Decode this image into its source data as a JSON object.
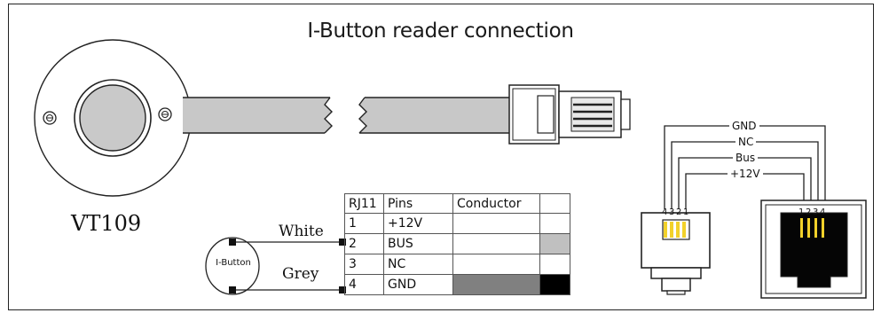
{
  "title": "I-Button reader connection",
  "model": "VT109",
  "wires": {
    "white": "White",
    "grey": "Grey"
  },
  "ibutton_label": "I-Button",
  "table": {
    "headers": [
      "RJ11",
      "Pins",
      "Conductor",
      ""
    ],
    "rows": [
      {
        "rj11": "1",
        "pin": "+12V",
        "conductor_color": "#ffffff",
        "swatch_color": "#ffffff"
      },
      {
        "rj11": "2",
        "pin": "BUS",
        "conductor_color": "#ffffff",
        "swatch_color": "#c0c0c0"
      },
      {
        "rj11": "3",
        "pin": "NC",
        "conductor_color": "#ffffff",
        "swatch_color": "#ffffff"
      },
      {
        "rj11": "4",
        "pin": "GND",
        "conductor_color": "#808080",
        "swatch_color": "#000000"
      }
    ]
  },
  "pinout": {
    "signals": [
      "GND",
      "NC",
      "Bus",
      "+12V"
    ],
    "plug_pin_numbers": [
      "4",
      "3",
      "2",
      "1"
    ],
    "jack_pin_numbers": [
      "1",
      "2",
      "3",
      "4"
    ]
  },
  "colors": {
    "cable": "#c8c8c8",
    "contacts": "#f2d12a",
    "line": "#1a1a1a"
  }
}
